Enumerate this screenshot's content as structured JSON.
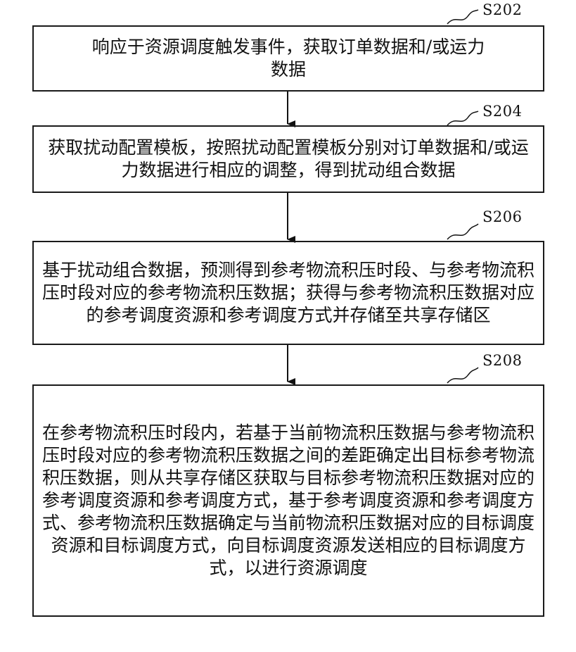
{
  "steps": [
    {
      "label": "S202",
      "text": "响应于资源调度触发事件，获取订单数据和/或运力数据"
    },
    {
      "label": "S204",
      "text": "获取扰动配置模板，按照扰动配置模板分别对订单数据和/或运力数据进行相应的调整，得到扰动组合数据"
    },
    {
      "label": "S206",
      "text": "基于扰动组合数据，预测得到参考物流积压时段、与参考物流积压时段对应的参考物流积压数据；获得与参考物流积压数据对应的参考调度资源和参考调度方式并存储至共享存储区"
    },
    {
      "label": "S208",
      "text": "在参考物流积压时段内，若基于当前物流积压数据与参考物流积压时段对应的参考物流积压数据之间的差距确定出目标参考物流积压数据，则从共享存储区获取与目标参考物流积压数据对应的参考调度资源和参考调度方式，基于参考调度资源和参考调度方式、参考物流积压数据确定与当前物流积压数据对应的目标调度资源和目标调度方式，向目标调度资源发送相应的目标调度方式，以进行资源调度"
    }
  ]
}
